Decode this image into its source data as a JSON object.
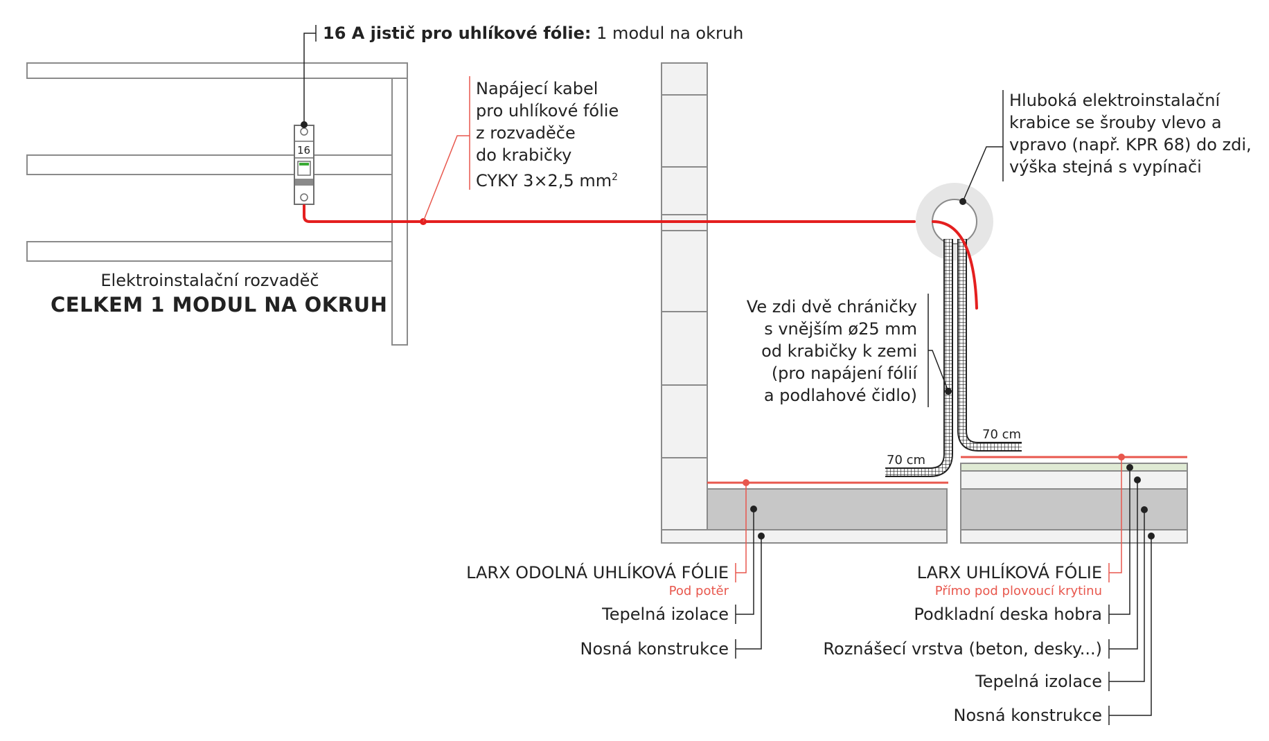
{
  "colors": {
    "cable": "#e41f1f",
    "accent": "#e8574d",
    "line": "#222222",
    "wall": "#f2f2f2",
    "stroke": "#8a8a8a",
    "insulation": "#c7c7c7",
    "hobra": "#dfead4"
  },
  "breaker": {
    "label_bold": "16 A jistič pro uhlíkové fólie:",
    "label_rest": " 1 modul na okruh",
    "module_number": "16"
  },
  "panel": {
    "caption": "Elektroinstalační rozvaděč",
    "caption_bold": "CELKEM 1 MODUL NA OKRUH"
  },
  "cable": {
    "lines": [
      "Napájecí kabel",
      "pro uhlíkové fólie",
      "z rozvaděče",
      "do krabičky"
    ],
    "spec": "CYKY 3×2,5 mm",
    "spec_sup": "2"
  },
  "box": {
    "lines": [
      "Hluboká elektroinstalační",
      "krabice se šrouby vlevo a",
      "vpravo (např. KPR 68) do zdi,",
      "výška stejná s vypínači"
    ]
  },
  "conduits": {
    "lines": [
      "Ve zdi dvě chráničky",
      "s vnějším ø25 mm",
      "od krabičky k zemi",
      "(pro napájení fólií",
      "a podlahové čidlo)"
    ],
    "left_length": "70 cm",
    "right_length": "70 cm"
  },
  "floor_left": {
    "foil_title": "LARX ODOLNÁ UHLÍKOVÁ FÓLIE",
    "foil_note": "Pod potěr",
    "layers": [
      "Tepelná izolace",
      "Nosná konstrukce"
    ]
  },
  "floor_right": {
    "foil_title": "LARX UHLÍKOVÁ FÓLIE",
    "foil_note": "Přímo pod plovoucí krytinu",
    "layers": [
      "Podkladní deska hobra",
      "Roznášecí vrstva (beton, desky...)",
      "Tepelná izolace",
      "Nosná konstrukce"
    ]
  }
}
